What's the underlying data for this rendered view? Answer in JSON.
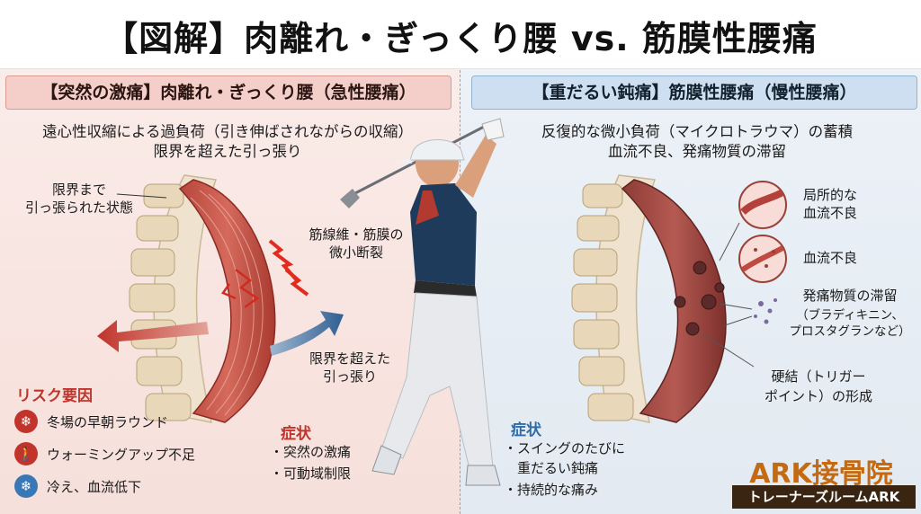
{
  "title": "【図解】肉離れ・ぎっくり腰 vs. 筋膜性腰痛",
  "left": {
    "header": "【突然の激痛】肉離れ・ぎっくり腰（急性腰痛）",
    "subtitle_line1": "遠心性収縮による過負荷（引き伸ばされながらの収縮）",
    "subtitle_line2": "限界を超えた引っ張り",
    "label_stretched_line1": "限界まで",
    "label_stretched_line2": "引っ張られた状態",
    "label_tear_line1": "筋線維・筋膜の",
    "label_tear_line2": "微小断裂",
    "label_pull_line1": "限界を超えた",
    "label_pull_line2": "引っ張り",
    "risk": {
      "title": "リスク要因",
      "items": [
        {
          "label": "冬場の早朝ラウンド",
          "icon": "snowflake-icon",
          "color": "#c0342b"
        },
        {
          "label": "ウォーミングアップ不足",
          "icon": "person-icon",
          "color": "#c0342b"
        },
        {
          "label": "冷え、血流低下",
          "icon": "snowflake-icon",
          "color": "#3a78b5"
        }
      ]
    },
    "symptoms": {
      "title": "症状",
      "items": [
        "・突然の激痛",
        "・可動域制限"
      ]
    }
  },
  "right": {
    "header": "【重だるい鈍痛】筋膜性腰痛（慢性腰痛）",
    "subtitle_line1": "反復的な微小負荷（マイクロトラウマ）の蓄積",
    "subtitle_line2": "血流不良、発痛物質の滞留",
    "label_local_line1": "局所的な",
    "label_local_line2": "血流不良",
    "label_flow": "血流不良",
    "label_sub_line1": "発痛物質の滞留",
    "label_sub_line2": "（ブラディキニン、",
    "label_sub_line3": "プロスタグランなど）",
    "label_knot_line1": "硬結（トリガー",
    "label_knot_line2": "ポイント）の形成",
    "symptoms": {
      "title": "症状",
      "items": [
        "・スイングのたびに",
        "　重だるい鈍痛",
        "・持続的な痛み"
      ]
    }
  },
  "brand": {
    "name": "ARK接骨院",
    "sub": "トレーナーズルームARK"
  },
  "colors": {
    "accent_red": "#c0342b",
    "accent_blue": "#2f6ca8",
    "brand_orange": "#c46a12"
  }
}
